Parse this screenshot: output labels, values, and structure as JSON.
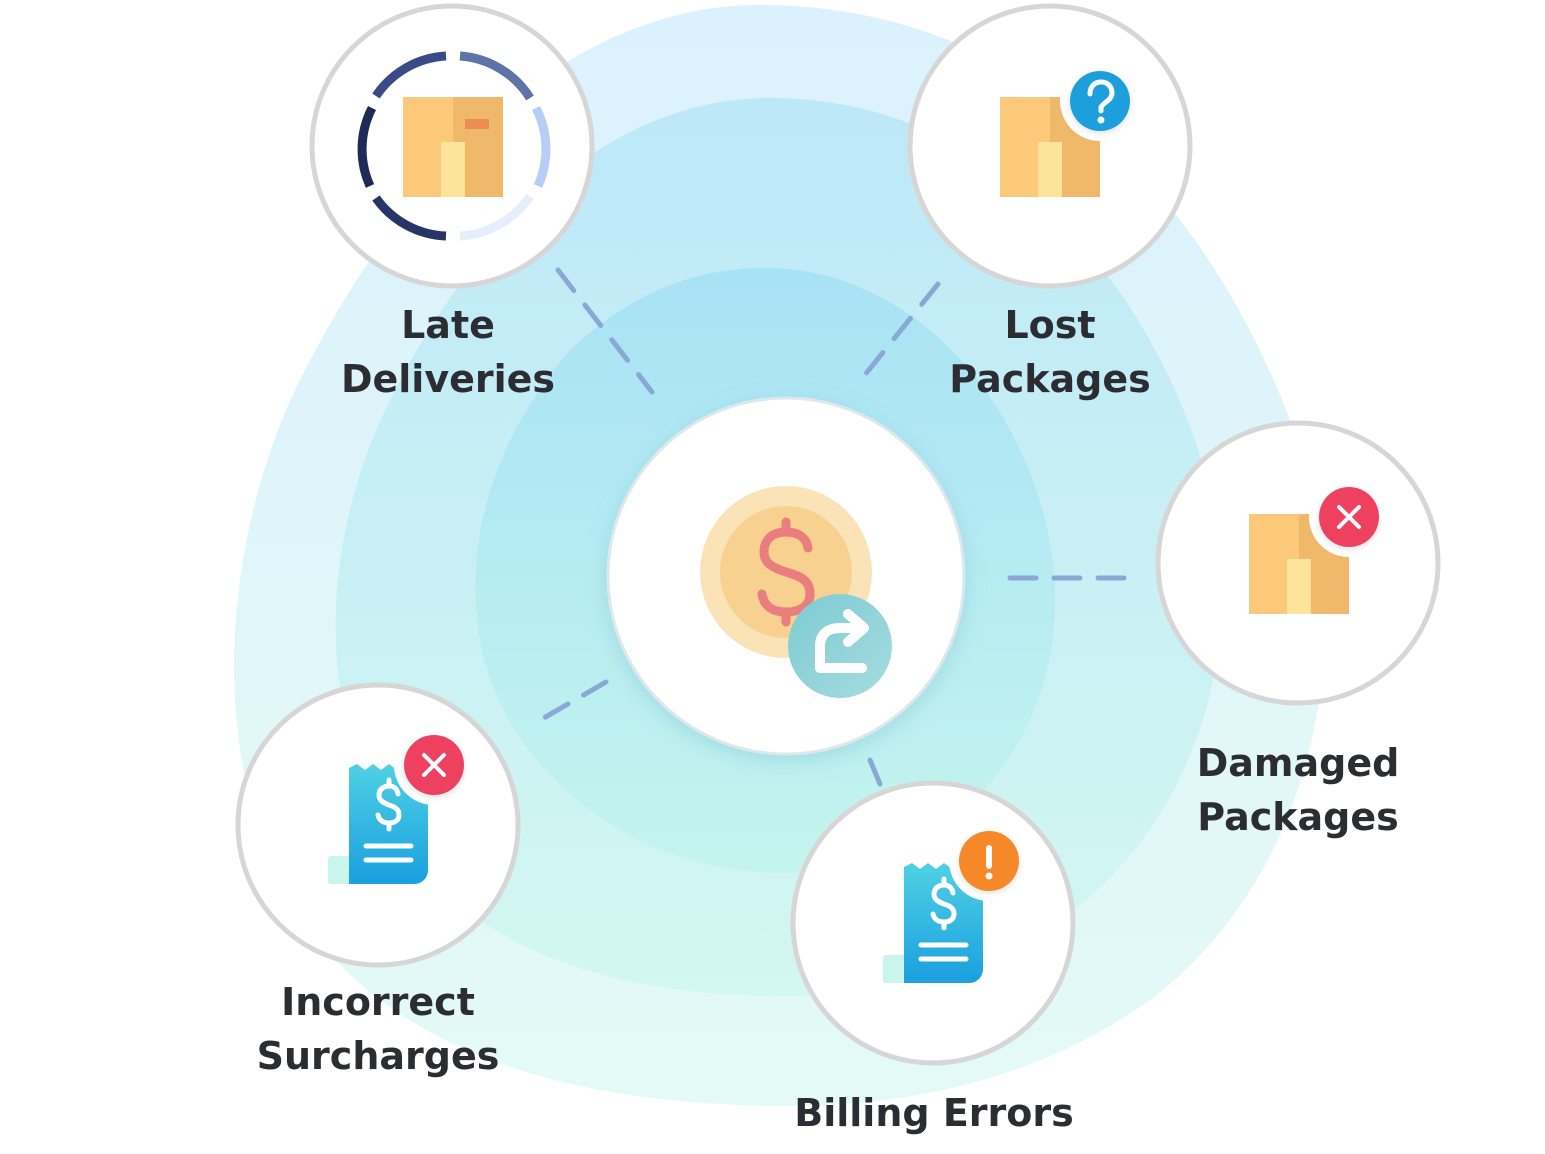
{
  "diagram": {
    "center": {
      "icon": "refund-coin-icon"
    },
    "nodes": [
      {
        "id": "late-deliveries",
        "icon": "box-clock-icon",
        "label_lines": [
          "Late",
          "Deliveries"
        ]
      },
      {
        "id": "lost-packages",
        "icon": "box-question-icon",
        "label_lines": [
          "Lost",
          "Packages"
        ]
      },
      {
        "id": "damaged-packages",
        "icon": "box-x-icon",
        "label_lines": [
          "Damaged",
          "Packages"
        ]
      },
      {
        "id": "incorrect-surcharges",
        "icon": "receipt-x-icon",
        "label_lines": [
          "Incorrect",
          "Surcharges"
        ]
      },
      {
        "id": "billing-errors",
        "icon": "receipt-exclamation-icon",
        "label_lines": [
          "Billing Errors"
        ]
      }
    ],
    "colors": {
      "box_light": "#fcc97a",
      "box_dark": "#efb86a",
      "receipt_top": "#4fd1e3",
      "receipt_bottom": "#1a9fe0",
      "badge_question": "#1a9fdb",
      "badge_x": "#ee3f5f",
      "badge_exclamation": "#f5892c",
      "connector": "#8aa8d4",
      "coin_outer": "#fbe3b8",
      "coin_inner": "#f8cf8a",
      "dollar_sign": "#ea7e7e",
      "arrow_badge": "#8ccfd4",
      "text": "#2b2d33"
    }
  }
}
